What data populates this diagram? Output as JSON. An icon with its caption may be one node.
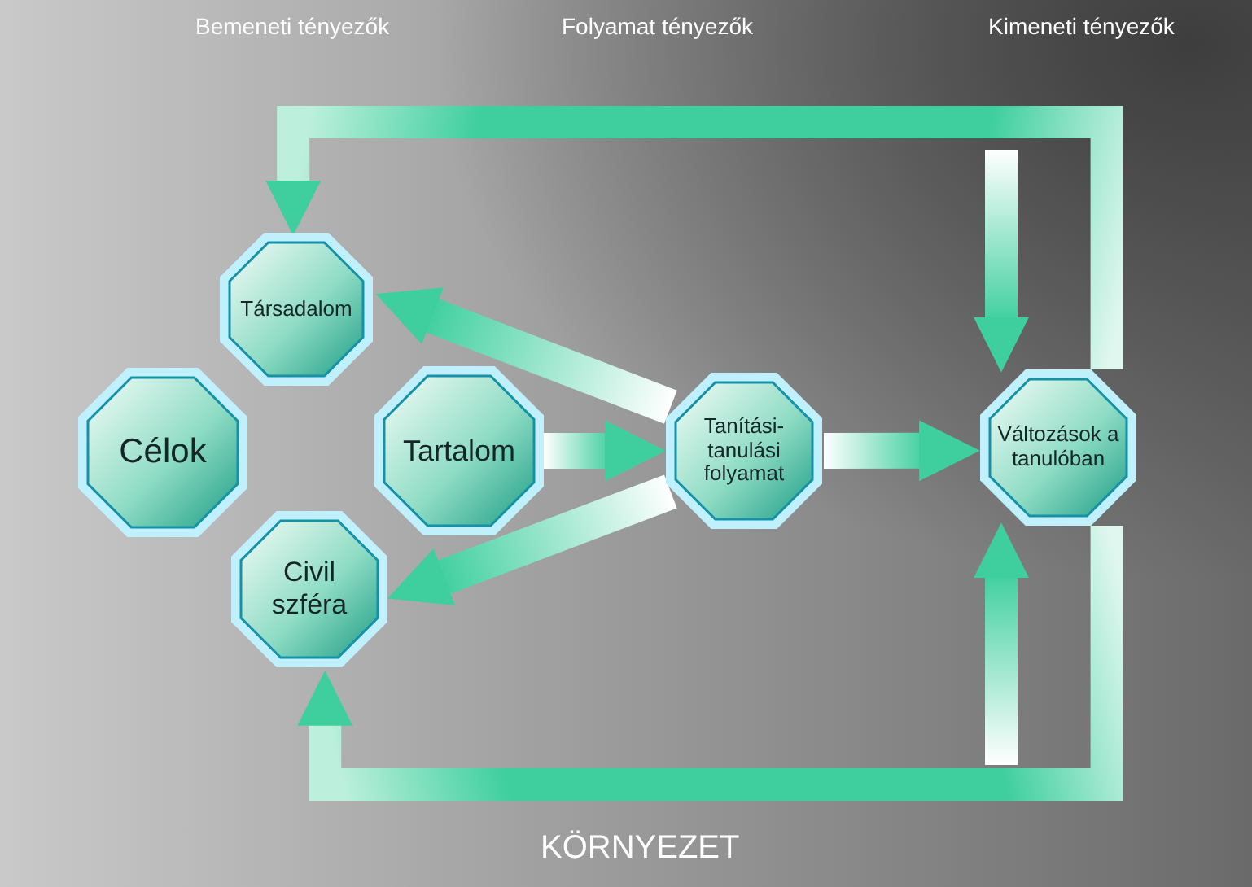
{
  "diagram": {
    "nodes": [
      {
        "text": [
          "Társadalom"
        ]
      },
      {
        "text": [
          "Célok"
        ]
      },
      {
        "text": [
          "Tartalom"
        ]
      },
      {
        "text": [
          "Civil szféra"
        ]
      },
      {
        "text": [
          "Tanítási- tanulási folyamat"
        ]
      },
      {
        "text": [
          "Változások a tanulóban"
        ]
      }
    ],
    "edges": [
      {
        "from": 4,
        "to": 0,
        "arrow": "to"
      },
      {
        "from": 2,
        "to": 4,
        "arrow": "to"
      },
      {
        "from": 4,
        "to": 3,
        "arrow": "to"
      },
      {
        "from": 4,
        "to": 5,
        "arrow": "to"
      },
      {
        "from": 5,
        "to": 0,
        "arrow": "to"
      },
      {
        "from": null,
        "to": 5,
        "arrow": "to"
      },
      {
        "from": 5,
        "to": 3,
        "arrow": "to"
      },
      {
        "from": null,
        "to": 5,
        "arrow": "to"
      }
    ],
    "labels": [
      "Bemeneti tényezők",
      "Folyamat tényezők",
      "Kimeneti tényezők",
      "KÖRNYEZET"
    ]
  }
}
